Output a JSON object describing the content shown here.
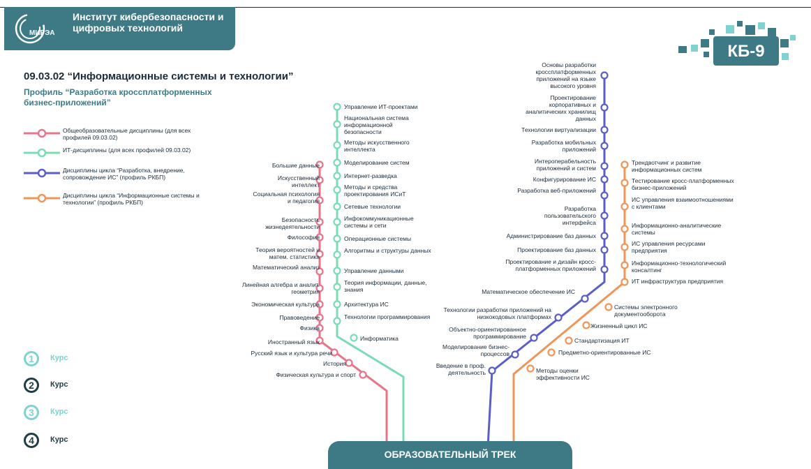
{
  "header": {
    "logo_text": "МИРЭА",
    "institute": "Институт кибербезопасности и цифровых технологий"
  },
  "program": {
    "code_title": "09.03.02 “Информационные системы и технологии”",
    "profile": "Профиль “Разработка кроссплатформенных бизнес-приложений”"
  },
  "legend": [
    {
      "label": "Общеобразовательные дисциплины (для всех профилей 09.03.02)",
      "color": "#e8748a"
    },
    {
      "label": "ИТ-дисциплины (для всех профилей 09.03.02)",
      "color": "#79dcb5"
    },
    {
      "label": "Дисциплины цикла “Разработка, внедрение, сопровождение ИС” (профиль РКБП)",
      "color": "#5b5ec9"
    },
    {
      "label": "Дисциплины цикла “Информационные системы и технологии” (профиль РКБП)",
      "color": "#f0955a"
    }
  ],
  "courses": [
    {
      "num": "1",
      "label": "Курс"
    },
    {
      "num": "2",
      "label": "Курс"
    },
    {
      "num": "3",
      "label": "Курс"
    },
    {
      "num": "4",
      "label": "Курс"
    }
  ],
  "badge": {
    "label": "КБ-9"
  },
  "footer": {
    "title": "ОБРАЗОВАТЕЛЬНЫЙ ТРЕК"
  },
  "tracks": {
    "pink": {
      "color": "#e8748a",
      "stations": [
        "Большие данные",
        "Искусственный интеллект",
        "Социальная психология и педагогия",
        "Безопасность жизнедеятельности",
        "Философия",
        "Теория вероятностей и матем. статистика",
        "Математический анализ",
        "Линейная алгебра и аналит. геометрия",
        "Экономическая культура",
        "Правоведение",
        "Физика",
        "Иностранный язык",
        "Русский язык и культура речи",
        "История",
        "Физическая культура и спорт"
      ]
    },
    "mint": {
      "color": "#79dcb5",
      "stations": [
        "Управление ИТ-проектами",
        "Национальная система информационной безопасности",
        "Методы искусственного интеллекта",
        "Моделирование систем",
        "Интернет-разведка",
        "Методы и средства проектирования ИСиТ",
        "Сетевые технологии",
        "Инфокоммуникационные системы и сети",
        "Операционные системы",
        "Алгоритмы и структуры данных",
        "Управление данными",
        "Теория информации, данные, знания",
        "Архитектура ИС",
        "Технологии программирования",
        "Информатика"
      ]
    },
    "blue": {
      "color": "#5b5ec9",
      "stations": [
        "Основы разработки кроссплатформенных приложений на языке высокого уровня",
        "Проектирование корпоративных и аналитических хранилищ данных",
        "Технологии виртуализации",
        "Разработка мобильных приложений",
        "Интероперабельность приложений и систем",
        "Конфигурирование ИС",
        "Разработка веб-приложений",
        "Разработка пользовательского интерфейса",
        "Администрирование баз данных",
        "Проектирование баз данных",
        "Проектирование и дизайн кросс-платформенных приложений",
        "Математическое обеспечение ИС",
        "Технологии разработки приложений на низкокодовых платформах",
        "Объектно-ориентированное программирование",
        "Моделирование бизнес-процессов",
        "Введение в проф. деятельность"
      ]
    },
    "orange": {
      "color": "#f0955a",
      "stations": [
        "Трендвотчинг и развитие информационных систем",
        "Тестирование кросс-платформенных бизнес-приложений",
        "ИС управления взаимоотношениями с клиентами",
        "Информационно-аналитические системы",
        "ИС управления ресурсами предприятия",
        "Информационно-технологический консалтинг",
        "ИТ инфраструктура предприятия",
        "Системы электронного документооборота",
        "Жизненный цикл ИС",
        "Стандартизация ИТ",
        "Предметно-ориентированные ИС",
        "Методы оценки эффективности ИС"
      ]
    }
  }
}
